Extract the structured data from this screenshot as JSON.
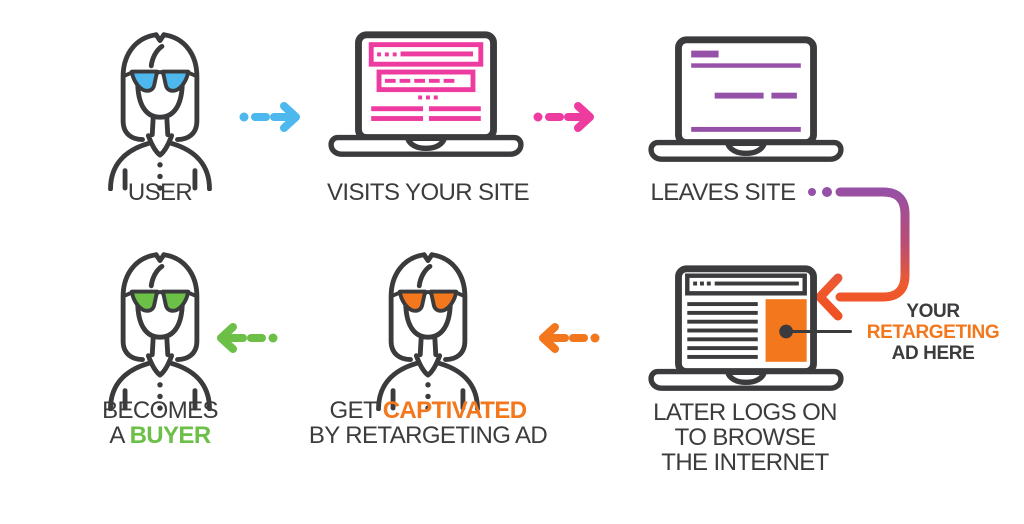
{
  "diagram_title": "retargeting-ad-flow",
  "colors": {
    "dark": "#3b3b3d",
    "text": "#3c3c3e",
    "blue": "#4cb8ee",
    "pink": "#ee3ba0",
    "purple": "#9550a8",
    "orange": "#f2771d",
    "green": "#6cbf47"
  },
  "labels": {
    "user": "USER",
    "visits": "VISITS YOUR SITE",
    "leaves": "LEAVES SITE",
    "later_line1": "LATER LOGS ON",
    "later_line2": "TO BROWSE",
    "later_line3": "THE INTERNET",
    "captivated_pre": "GET ",
    "captivated_highlight": "CAPTIVATED",
    "captivated_line2": "BY RETARGETING AD",
    "becomes_line1": "BECOMES",
    "buyer_pre": "A ",
    "buyer_highlight": "BUYER"
  },
  "ad_callout": {
    "line1": "YOUR",
    "line2": "RETARGETING",
    "line3": "AD HERE"
  },
  "icons": {
    "user": "woman-blue-sunglasses-icon",
    "visits": "laptop-pink-webpage-icon",
    "leaves": "laptop-purple-webpage-icon",
    "later": "laptop-retargeting-ad-icon",
    "captivated": "woman-orange-sunglasses-icon",
    "buyer": "woman-green-sunglasses-icon",
    "arrows": [
      "dotted-arrow-right-blue",
      "dotted-arrow-right-pink",
      "curved-gradient-arrow-down-left",
      "dotted-arrow-left-orange",
      "dotted-arrow-left-green"
    ]
  }
}
